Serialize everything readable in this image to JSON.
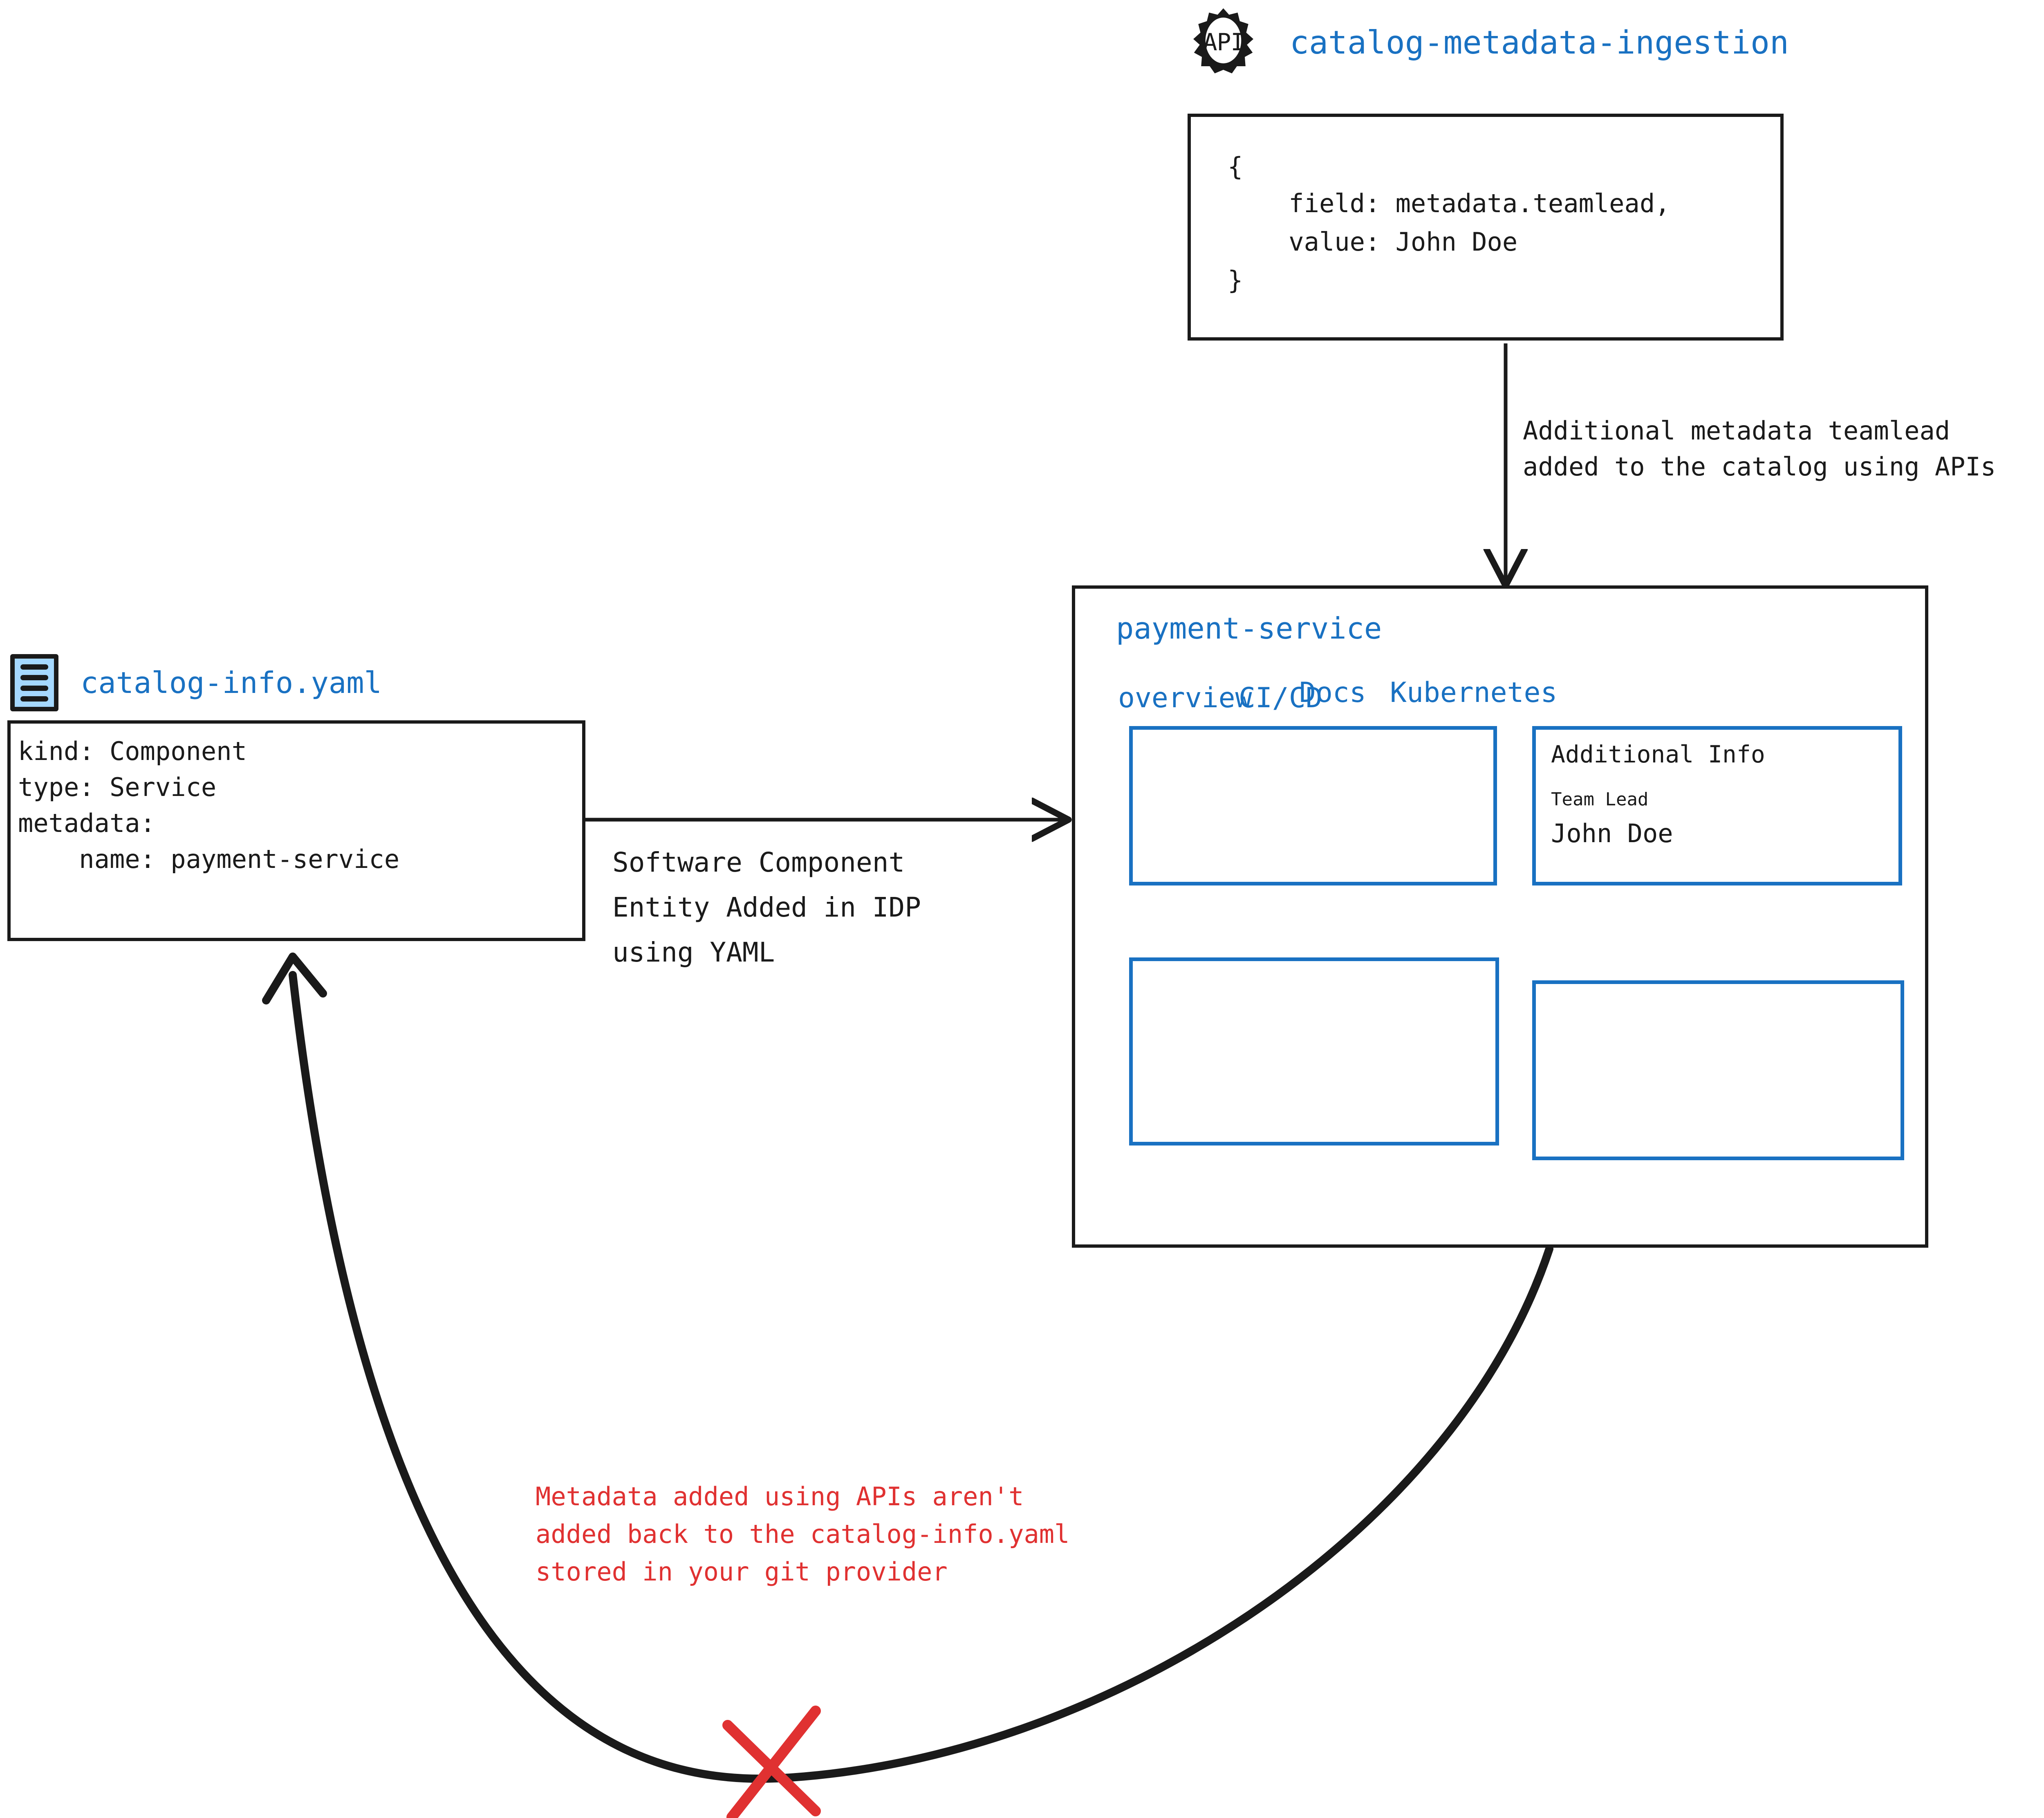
{
  "api_node": {
    "icon": "api-gear-icon",
    "icon_text": "API",
    "title": "catalog-metadata-ingestion",
    "payload_lines": [
      "{",
      "    field: metadata.teamlead,",
      "    value: John Doe",
      "}"
    ]
  },
  "api_arrow": {
    "label_line1": "Additional metadata teamlead",
    "label_line2": "added to the catalog using APIs"
  },
  "yaml_node": {
    "icon": "yaml-file-icon",
    "title": "catalog-info.yaml",
    "content_lines": [
      "kind: Component",
      "type: Service",
      "metadata:",
      "    name: payment-service"
    ]
  },
  "yaml_arrow": {
    "label_line1": "Software Component",
    "label_line2": "Entity Added in IDP",
    "label_line3": "using YAML"
  },
  "idp_panel": {
    "title": "payment-service",
    "tabs": [
      {
        "label": "overview"
      },
      {
        "label": "CI/CD"
      },
      {
        "label": "Docs"
      },
      {
        "label": "Kubernetes"
      }
    ],
    "cards": {
      "overview_card": "",
      "additional_info": {
        "heading": "Additional Info",
        "field_label": "Team Lead",
        "field_value": "John Doe"
      },
      "bottom_left_card": "",
      "bottom_right_card": ""
    }
  },
  "warning": {
    "mark": "red-x-mark",
    "line1": "Metadata added using APIs aren't",
    "line2": "added back to the catalog-info.yaml",
    "line3": "stored in your git provider"
  },
  "colors": {
    "accent_blue": "#1971c2",
    "icon_fill_blue": "#a5d8ff",
    "warning_red": "#e03131",
    "stroke_black": "#1a1a1a"
  }
}
